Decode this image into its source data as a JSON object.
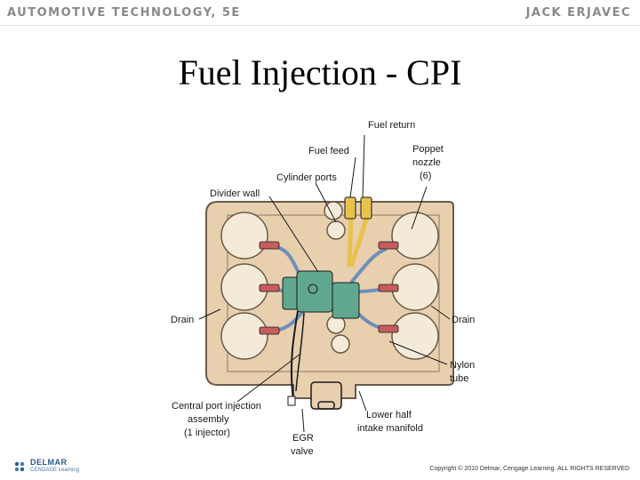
{
  "header": {
    "book_title": "AUTOMOTIVE TECHNOLOGY, 5E",
    "author": "JACK ERJAVEC"
  },
  "slide": {
    "title": "Fuel Injection - CPI"
  },
  "diagram": {
    "labels": {
      "fuel_return": "Fuel return",
      "fuel_feed": "Fuel feed",
      "poppet_nozzle": [
        "Poppet",
        "nozzle",
        "(6)"
      ],
      "cylinder_ports": "Cylinder ports",
      "divider_wall": "Divider wall",
      "drain_left": "Drain",
      "drain_right": "Drain",
      "nylon_tube": [
        "Nylon",
        "tube"
      ],
      "cpi_assembly": [
        "Central port injection",
        "assembly",
        "(1 injector)"
      ],
      "lower_half": [
        "Lower half",
        "intake manifold"
      ],
      "egr_valve": [
        "EGR",
        "valve"
      ]
    },
    "colors": {
      "manifold": "#e8cfae",
      "manifold_edge": "#6a5a48",
      "injector": "#5fa88f",
      "tube": "#6f8fb8",
      "nozzle": "#c75c5c",
      "fuel_line": "#e8c24a"
    }
  },
  "footer": {
    "logo_name": "DELMAR",
    "logo_sub": "CENGAGE Learning",
    "copyright": "Copyright © 2010 Delmar, Cengage Learning. ALL RIGHTS RESERVED"
  }
}
